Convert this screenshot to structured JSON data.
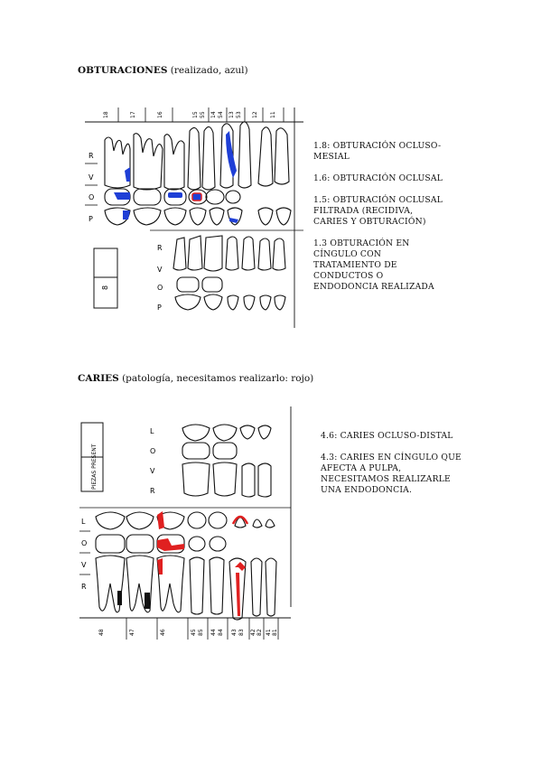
{
  "section1": {
    "title": "OBTURACIONES",
    "subtitle": " (realizado, azul)",
    "notes": [
      "1.8: OBTURACIÓN OCLUSO-MESIAL",
      "1.6: OBTURACIÓN OCLUSAL",
      "1.5: OBTURACIÓN OCLUSAL FILTRADA (RECIDIVA, CARIES Y OBTURACIÓN)",
      "1.3 OBTURACIÓN EN CÍNGULO CON TRATAMIENTO DE CONDUCTOS O ENDODONCIA REALIZADA"
    ],
    "tooth_numbers": [
      "18",
      "17",
      "16",
      "15",
      "55",
      "14",
      "54",
      "13",
      "53",
      "12",
      "11"
    ],
    "row_labels_upper": [
      "R",
      "V",
      "O",
      "P"
    ],
    "row_labels_lower": [
      "R",
      "V",
      "O",
      "P"
    ],
    "box_mark": "8"
  },
  "section2": {
    "title": "CARIES",
    "subtitle": " (patología, necesitamos realizarlo: rojo)",
    "notes": [
      "4.6: CARIES OCLUSO-DISTAL",
      "4.3: CARIES EN CÍNGULO QUE AFECTA A PULPA, NECESITAMOS REALIZARLE UNA ENDODONCIA."
    ],
    "box_label": "PIEZAS PRESENT",
    "row_labels_upper": [
      "L",
      "O",
      "V",
      "R"
    ],
    "row_labels_lower": [
      "L",
      "O",
      "V",
      "R"
    ],
    "tooth_numbers": [
      "48",
      "47",
      "46",
      "45",
      "85",
      "44",
      "84",
      "43",
      "83",
      "42",
      "82",
      "41",
      "81"
    ]
  },
  "colors": {
    "filling": "#1f3fd6",
    "caries": "#e02020",
    "ink": "#111111"
  }
}
